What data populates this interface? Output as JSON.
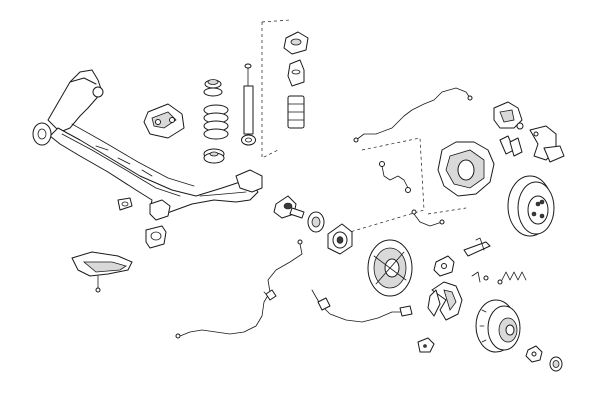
{
  "diagram": {
    "type": "exploded-parts-view",
    "colors": {
      "stroke": "#1a1a1a",
      "fill": "#ffffff",
      "shade": "#d9d9d9"
    },
    "parts": [
      "rear-axle-beam",
      "axle-bushing-left",
      "axle-bushing-small",
      "axle-bushing-lower",
      "mounting-bracket",
      "coil-spring",
      "spring-seat-top",
      "spring-seat-bottom",
      "shock-absorber",
      "strut-top-mount",
      "bump-stop",
      "dust-boot",
      "stub-axle",
      "wheel-bearing",
      "wheel-hub",
      "brake-line-upper",
      "brake-hose",
      "brake-line-short",
      "abs-sensor-cable",
      "handbrake-cable",
      "abs-sensor-lower",
      "brake-caliper",
      "brake-pads",
      "caliper-bracket",
      "dust-shield",
      "brake-disc",
      "brake-backing-plate",
      "wheel-cylinder",
      "brake-adjuster",
      "return-spring",
      "brake-shoes",
      "brake-drum",
      "hub-nut",
      "hub-cap",
      "heat-shield",
      "clip-small"
    ]
  }
}
